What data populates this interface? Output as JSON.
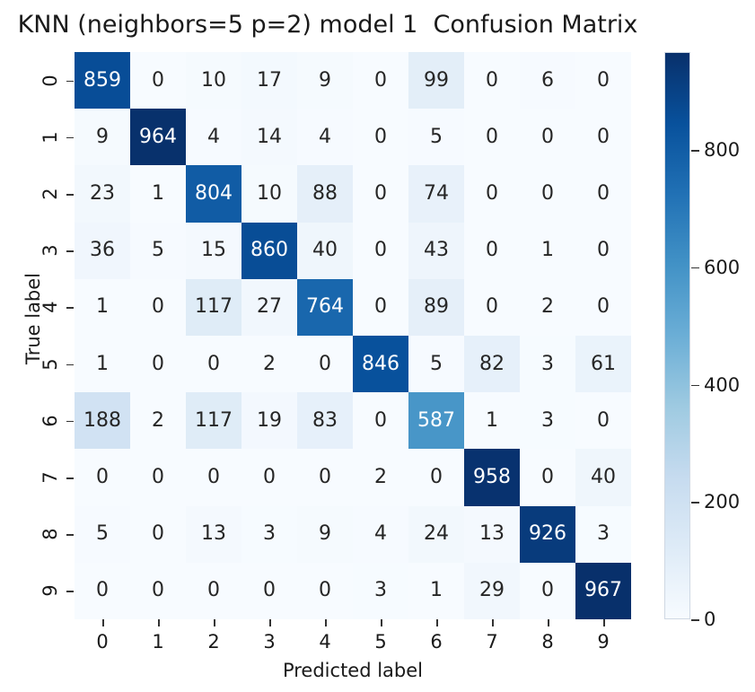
{
  "chart_data": {
    "type": "heatmap",
    "title": "KNN (neighbors=5 p=2) model 1  Confusion Matrix",
    "xlabel": "Predicted label",
    "ylabel": "True label",
    "x_tick_labels": [
      "0",
      "1",
      "2",
      "3",
      "4",
      "5",
      "6",
      "7",
      "8",
      "9"
    ],
    "y_tick_labels": [
      "0",
      "1",
      "2",
      "3",
      "4",
      "5",
      "6",
      "7",
      "8",
      "9"
    ],
    "categories": [
      "0",
      "1",
      "2",
      "3",
      "4",
      "5",
      "6",
      "7",
      "8",
      "9"
    ],
    "colormap": "Blues",
    "vmin": 0,
    "vmax": 967,
    "colorbar": {
      "position": "right",
      "ticks": [
        0,
        200,
        400,
        600,
        800
      ],
      "tick_labels": [
        "0",
        "200",
        "400",
        "600",
        "800"
      ]
    },
    "grid": false,
    "values": [
      [
        859,
        0,
        10,
        17,
        9,
        0,
        99,
        0,
        6,
        0
      ],
      [
        9,
        964,
        4,
        14,
        4,
        0,
        5,
        0,
        0,
        0
      ],
      [
        23,
        1,
        804,
        10,
        88,
        0,
        74,
        0,
        0,
        0
      ],
      [
        36,
        5,
        15,
        860,
        40,
        0,
        43,
        0,
        1,
        0
      ],
      [
        1,
        0,
        117,
        27,
        764,
        0,
        89,
        0,
        2,
        0
      ],
      [
        1,
        0,
        0,
        2,
        0,
        846,
        5,
        82,
        3,
        61
      ],
      [
        188,
        2,
        117,
        19,
        83,
        0,
        587,
        1,
        3,
        0
      ],
      [
        0,
        0,
        0,
        0,
        0,
        2,
        0,
        958,
        0,
        40
      ],
      [
        5,
        0,
        13,
        3,
        9,
        4,
        24,
        13,
        926,
        3
      ],
      [
        0,
        0,
        0,
        0,
        0,
        3,
        1,
        29,
        0,
        967
      ]
    ]
  },
  "colors": {
    "colormap_stops": [
      "#f7fbff",
      "#deebf7",
      "#c6dbef",
      "#9ecae1",
      "#6baed6",
      "#4292c6",
      "#2171b5",
      "#08519c",
      "#08306b"
    ],
    "text_dark": "#262626",
    "text_light": "#ffffff",
    "background": "#ffffff"
  }
}
